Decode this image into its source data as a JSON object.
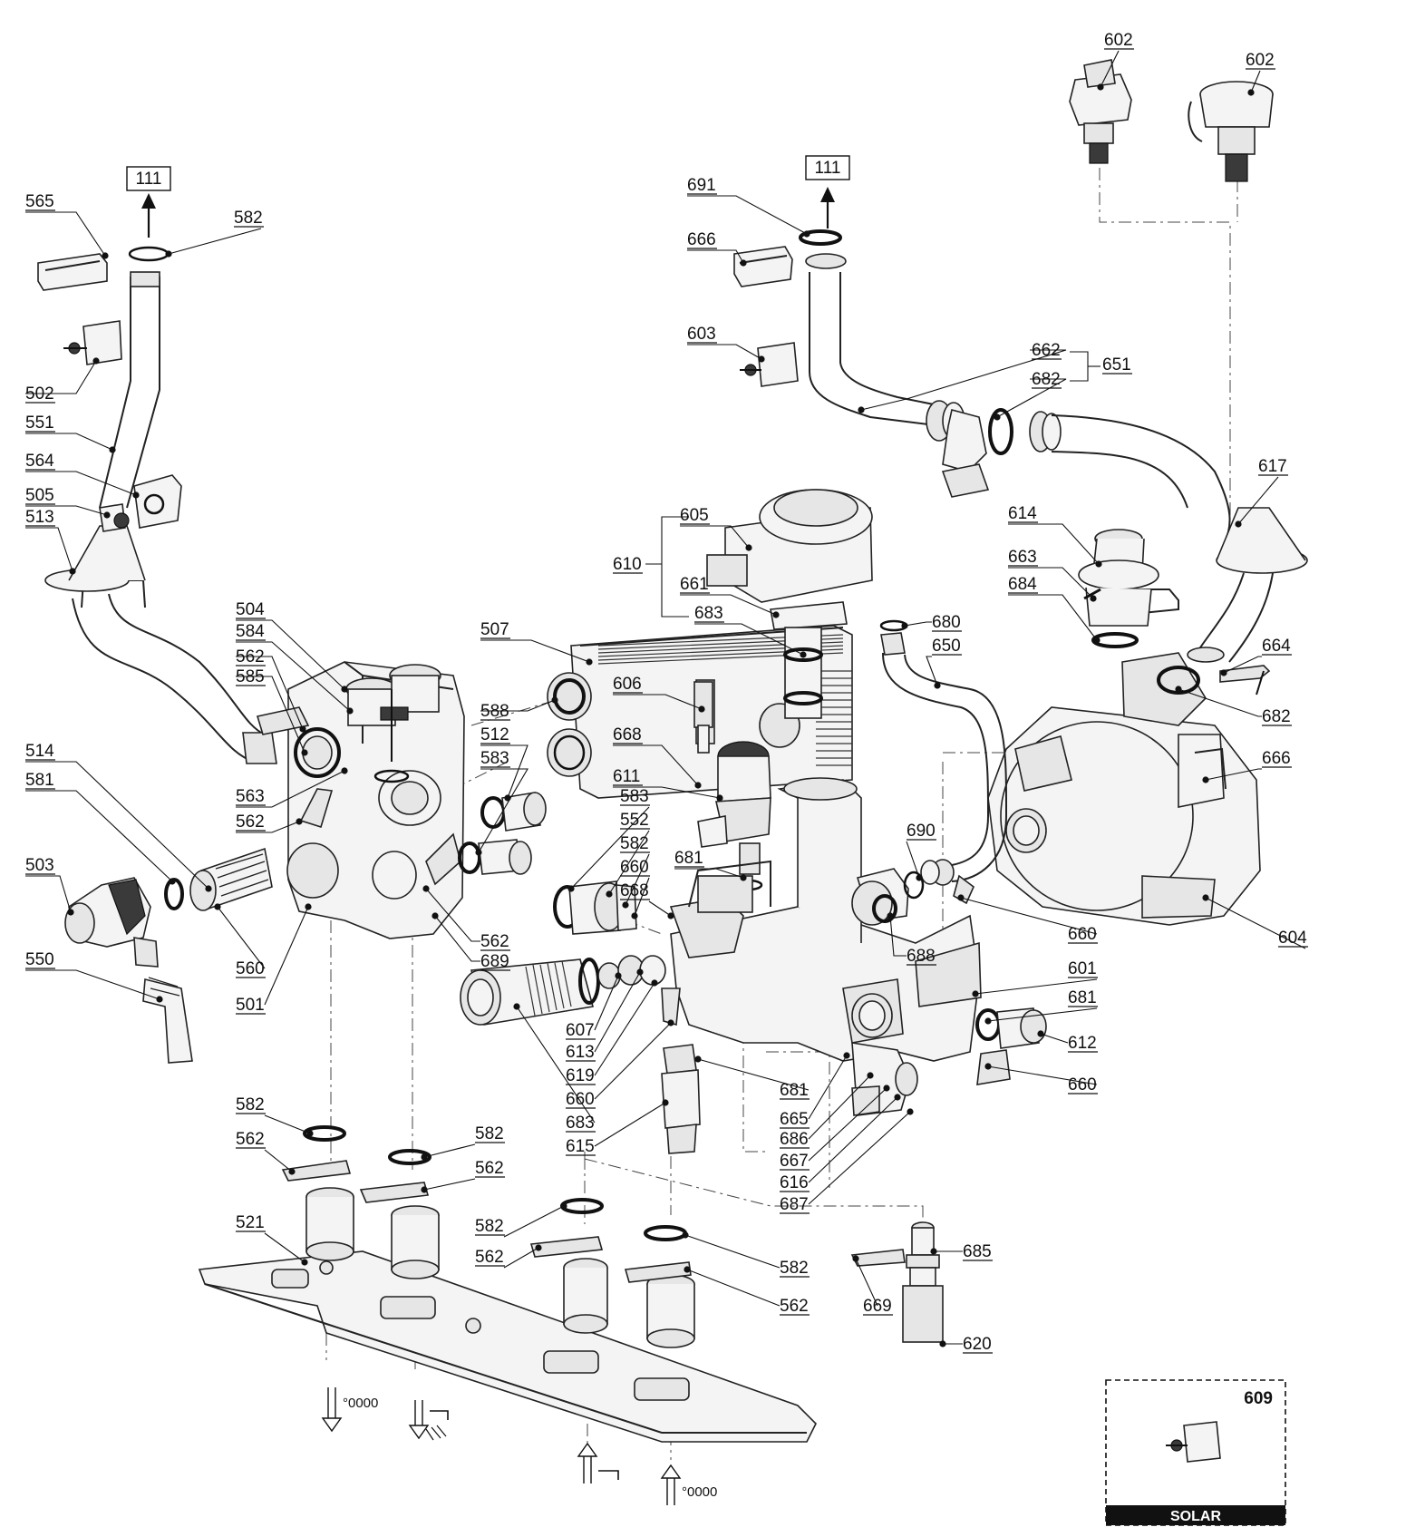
{
  "ref_boxes": [
    "111",
    "111"
  ],
  "labels": [
    {
      "id": "lbl-602a",
      "text": "602"
    },
    {
      "id": "lbl-602b",
      "text": "602"
    },
    {
      "id": "lbl-691",
      "text": "691"
    },
    {
      "id": "lbl-666a",
      "text": "666"
    },
    {
      "id": "lbl-603",
      "text": "603"
    },
    {
      "id": "lbl-662",
      "text": "662"
    },
    {
      "id": "lbl-651",
      "text": "651"
    },
    {
      "id": "lbl-682a",
      "text": "682"
    },
    {
      "id": "lbl-617",
      "text": "617"
    },
    {
      "id": "lbl-614",
      "text": "614"
    },
    {
      "id": "lbl-663",
      "text": "663"
    },
    {
      "id": "lbl-684",
      "text": "684"
    },
    {
      "id": "lbl-664",
      "text": "664"
    },
    {
      "id": "lbl-682b",
      "text": "682"
    },
    {
      "id": "lbl-666b",
      "text": "666"
    },
    {
      "id": "lbl-565",
      "text": "565"
    },
    {
      "id": "lbl-582a",
      "text": "582"
    },
    {
      "id": "lbl-502",
      "text": "502"
    },
    {
      "id": "lbl-551",
      "text": "551"
    },
    {
      "id": "lbl-564",
      "text": "564"
    },
    {
      "id": "lbl-505",
      "text": "505"
    },
    {
      "id": "lbl-513",
      "text": "513"
    },
    {
      "id": "lbl-605",
      "text": "605"
    },
    {
      "id": "lbl-610",
      "text": "610"
    },
    {
      "id": "lbl-661",
      "text": "661"
    },
    {
      "id": "lbl-683a",
      "text": "683"
    },
    {
      "id": "lbl-680",
      "text": "680"
    },
    {
      "id": "lbl-650",
      "text": "650"
    },
    {
      "id": "lbl-504",
      "text": "504"
    },
    {
      "id": "lbl-584",
      "text": "584"
    },
    {
      "id": "lbl-562a",
      "text": "562"
    },
    {
      "id": "lbl-585",
      "text": "585"
    },
    {
      "id": "lbl-507",
      "text": "507"
    },
    {
      "id": "lbl-606",
      "text": "606"
    },
    {
      "id": "lbl-588",
      "text": "588"
    },
    {
      "id": "lbl-512",
      "text": "512"
    },
    {
      "id": "lbl-668a",
      "text": "668"
    },
    {
      "id": "lbl-583a",
      "text": "583"
    },
    {
      "id": "lbl-611",
      "text": "611"
    },
    {
      "id": "lbl-514",
      "text": "514"
    },
    {
      "id": "lbl-581",
      "text": "581"
    },
    {
      "id": "lbl-563",
      "text": "563"
    },
    {
      "id": "lbl-562b",
      "text": "562"
    },
    {
      "id": "lbl-583b",
      "text": "583"
    },
    {
      "id": "lbl-552",
      "text": "552"
    },
    {
      "id": "lbl-582b",
      "text": "582"
    },
    {
      "id": "lbl-660a",
      "text": "660"
    },
    {
      "id": "lbl-668b",
      "text": "668"
    },
    {
      "id": "lbl-681a",
      "text": "681"
    },
    {
      "id": "lbl-690",
      "text": "690"
    },
    {
      "id": "lbl-503",
      "text": "503"
    },
    {
      "id": "lbl-562c",
      "text": "562"
    },
    {
      "id": "lbl-689",
      "text": "689"
    },
    {
      "id": "lbl-688",
      "text": "688"
    },
    {
      "id": "lbl-660b",
      "text": "660"
    },
    {
      "id": "lbl-604",
      "text": "604"
    },
    {
      "id": "lbl-550",
      "text": "550"
    },
    {
      "id": "lbl-560",
      "text": "560"
    },
    {
      "id": "lbl-501",
      "text": "501"
    },
    {
      "id": "lbl-601",
      "text": "601"
    },
    {
      "id": "lbl-681b",
      "text": "681"
    },
    {
      "id": "lbl-612",
      "text": "612"
    },
    {
      "id": "lbl-607",
      "text": "607"
    },
    {
      "id": "lbl-613",
      "text": "613"
    },
    {
      "id": "lbl-619",
      "text": "619"
    },
    {
      "id": "lbl-660c",
      "text": "660"
    },
    {
      "id": "lbl-683b",
      "text": "683"
    },
    {
      "id": "lbl-615",
      "text": "615"
    },
    {
      "id": "lbl-681c",
      "text": "681"
    },
    {
      "id": "lbl-665",
      "text": "665"
    },
    {
      "id": "lbl-686",
      "text": "686"
    },
    {
      "id": "lbl-660d",
      "text": "660"
    },
    {
      "id": "lbl-667",
      "text": "667"
    },
    {
      "id": "lbl-616",
      "text": "616"
    },
    {
      "id": "lbl-687",
      "text": "687"
    },
    {
      "id": "lbl-582c",
      "text": "582"
    },
    {
      "id": "lbl-562d",
      "text": "562"
    },
    {
      "id": "lbl-582d",
      "text": "582"
    },
    {
      "id": "lbl-562e",
      "text": "562"
    },
    {
      "id": "lbl-521",
      "text": "521"
    },
    {
      "id": "lbl-582e",
      "text": "582"
    },
    {
      "id": "lbl-562f",
      "text": "562"
    },
    {
      "id": "lbl-582f",
      "text": "582"
    },
    {
      "id": "lbl-562g",
      "text": "562"
    },
    {
      "id": "lbl-685",
      "text": "685"
    },
    {
      "id": "lbl-669",
      "text": "669"
    },
    {
      "id": "lbl-620",
      "text": "620"
    }
  ],
  "inset": {
    "number": "609",
    "caption": "SOLAR"
  }
}
